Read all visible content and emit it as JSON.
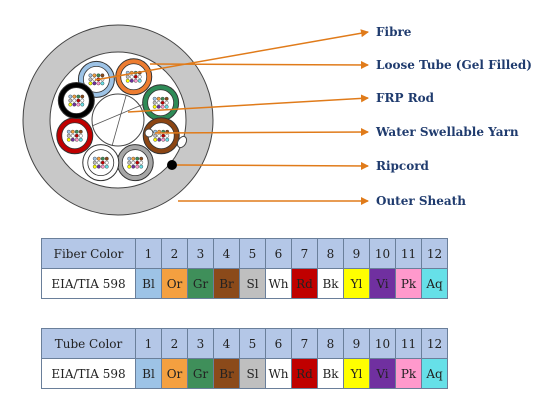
{
  "labels": {
    "fibre": "Fibre",
    "loose_tube": "Loose Tube (Gel Filled)",
    "frp_rod": "FRP Rod",
    "yarn": "Water Swellable Yarn",
    "ripcord": "Ripcord",
    "sheath": "Outer Sheath"
  },
  "colors": {
    "arrow": "#e07b1a",
    "label_text": "#1f3b6e",
    "header_bg": "#b4c7e7",
    "sheath": "#c8c8c8",
    "inner": "#ffffff"
  },
  "tube_colors": [
    "#9dc3e6",
    "#ed7d31",
    "#2e8b57",
    "#8b4513",
    "#a6a6a6",
    "#ffffff",
    "#c00000",
    "#000000"
  ],
  "fiber_table": {
    "header_label": "Fiber Color",
    "row_label": "EIA/TIA 598",
    "numbers": [
      "1",
      "2",
      "3",
      "4",
      "5",
      "6",
      "7",
      "8",
      "9",
      "10",
      "11",
      "12"
    ],
    "codes": [
      "Bl",
      "Or",
      "Gr",
      "Br",
      "Sl",
      "Wh",
      "Rd",
      "Bk",
      "Yl",
      "Vi",
      "Pk",
      "Aq"
    ],
    "fills": [
      "#9dc3e6",
      "#f4a040",
      "#3f8f5a",
      "#8b4a1a",
      "#bfbfbf",
      "#ffffff",
      "#c00000",
      "#ffffff",
      "#ffff00",
      "#7030a0",
      "#ff99cc",
      "#66e0e8"
    ]
  },
  "tube_table": {
    "header_label": "Tube Color",
    "row_label": "EIA/TIA 598",
    "numbers": [
      "1",
      "2",
      "3",
      "4",
      "5",
      "6",
      "7",
      "8",
      "9",
      "10",
      "11",
      "12"
    ],
    "codes": [
      "Bl",
      "Or",
      "Gr",
      "Br",
      "Sl",
      "Wh",
      "Rd",
      "Bk",
      "Yl",
      "Vi",
      "Pk",
      "Aq"
    ],
    "fills": [
      "#9dc3e6",
      "#f4a040",
      "#3f8f5a",
      "#8b4a1a",
      "#bfbfbf",
      "#ffffff",
      "#c00000",
      "#ffffff",
      "#ffff00",
      "#7030a0",
      "#ff99cc",
      "#66e0e8"
    ]
  }
}
